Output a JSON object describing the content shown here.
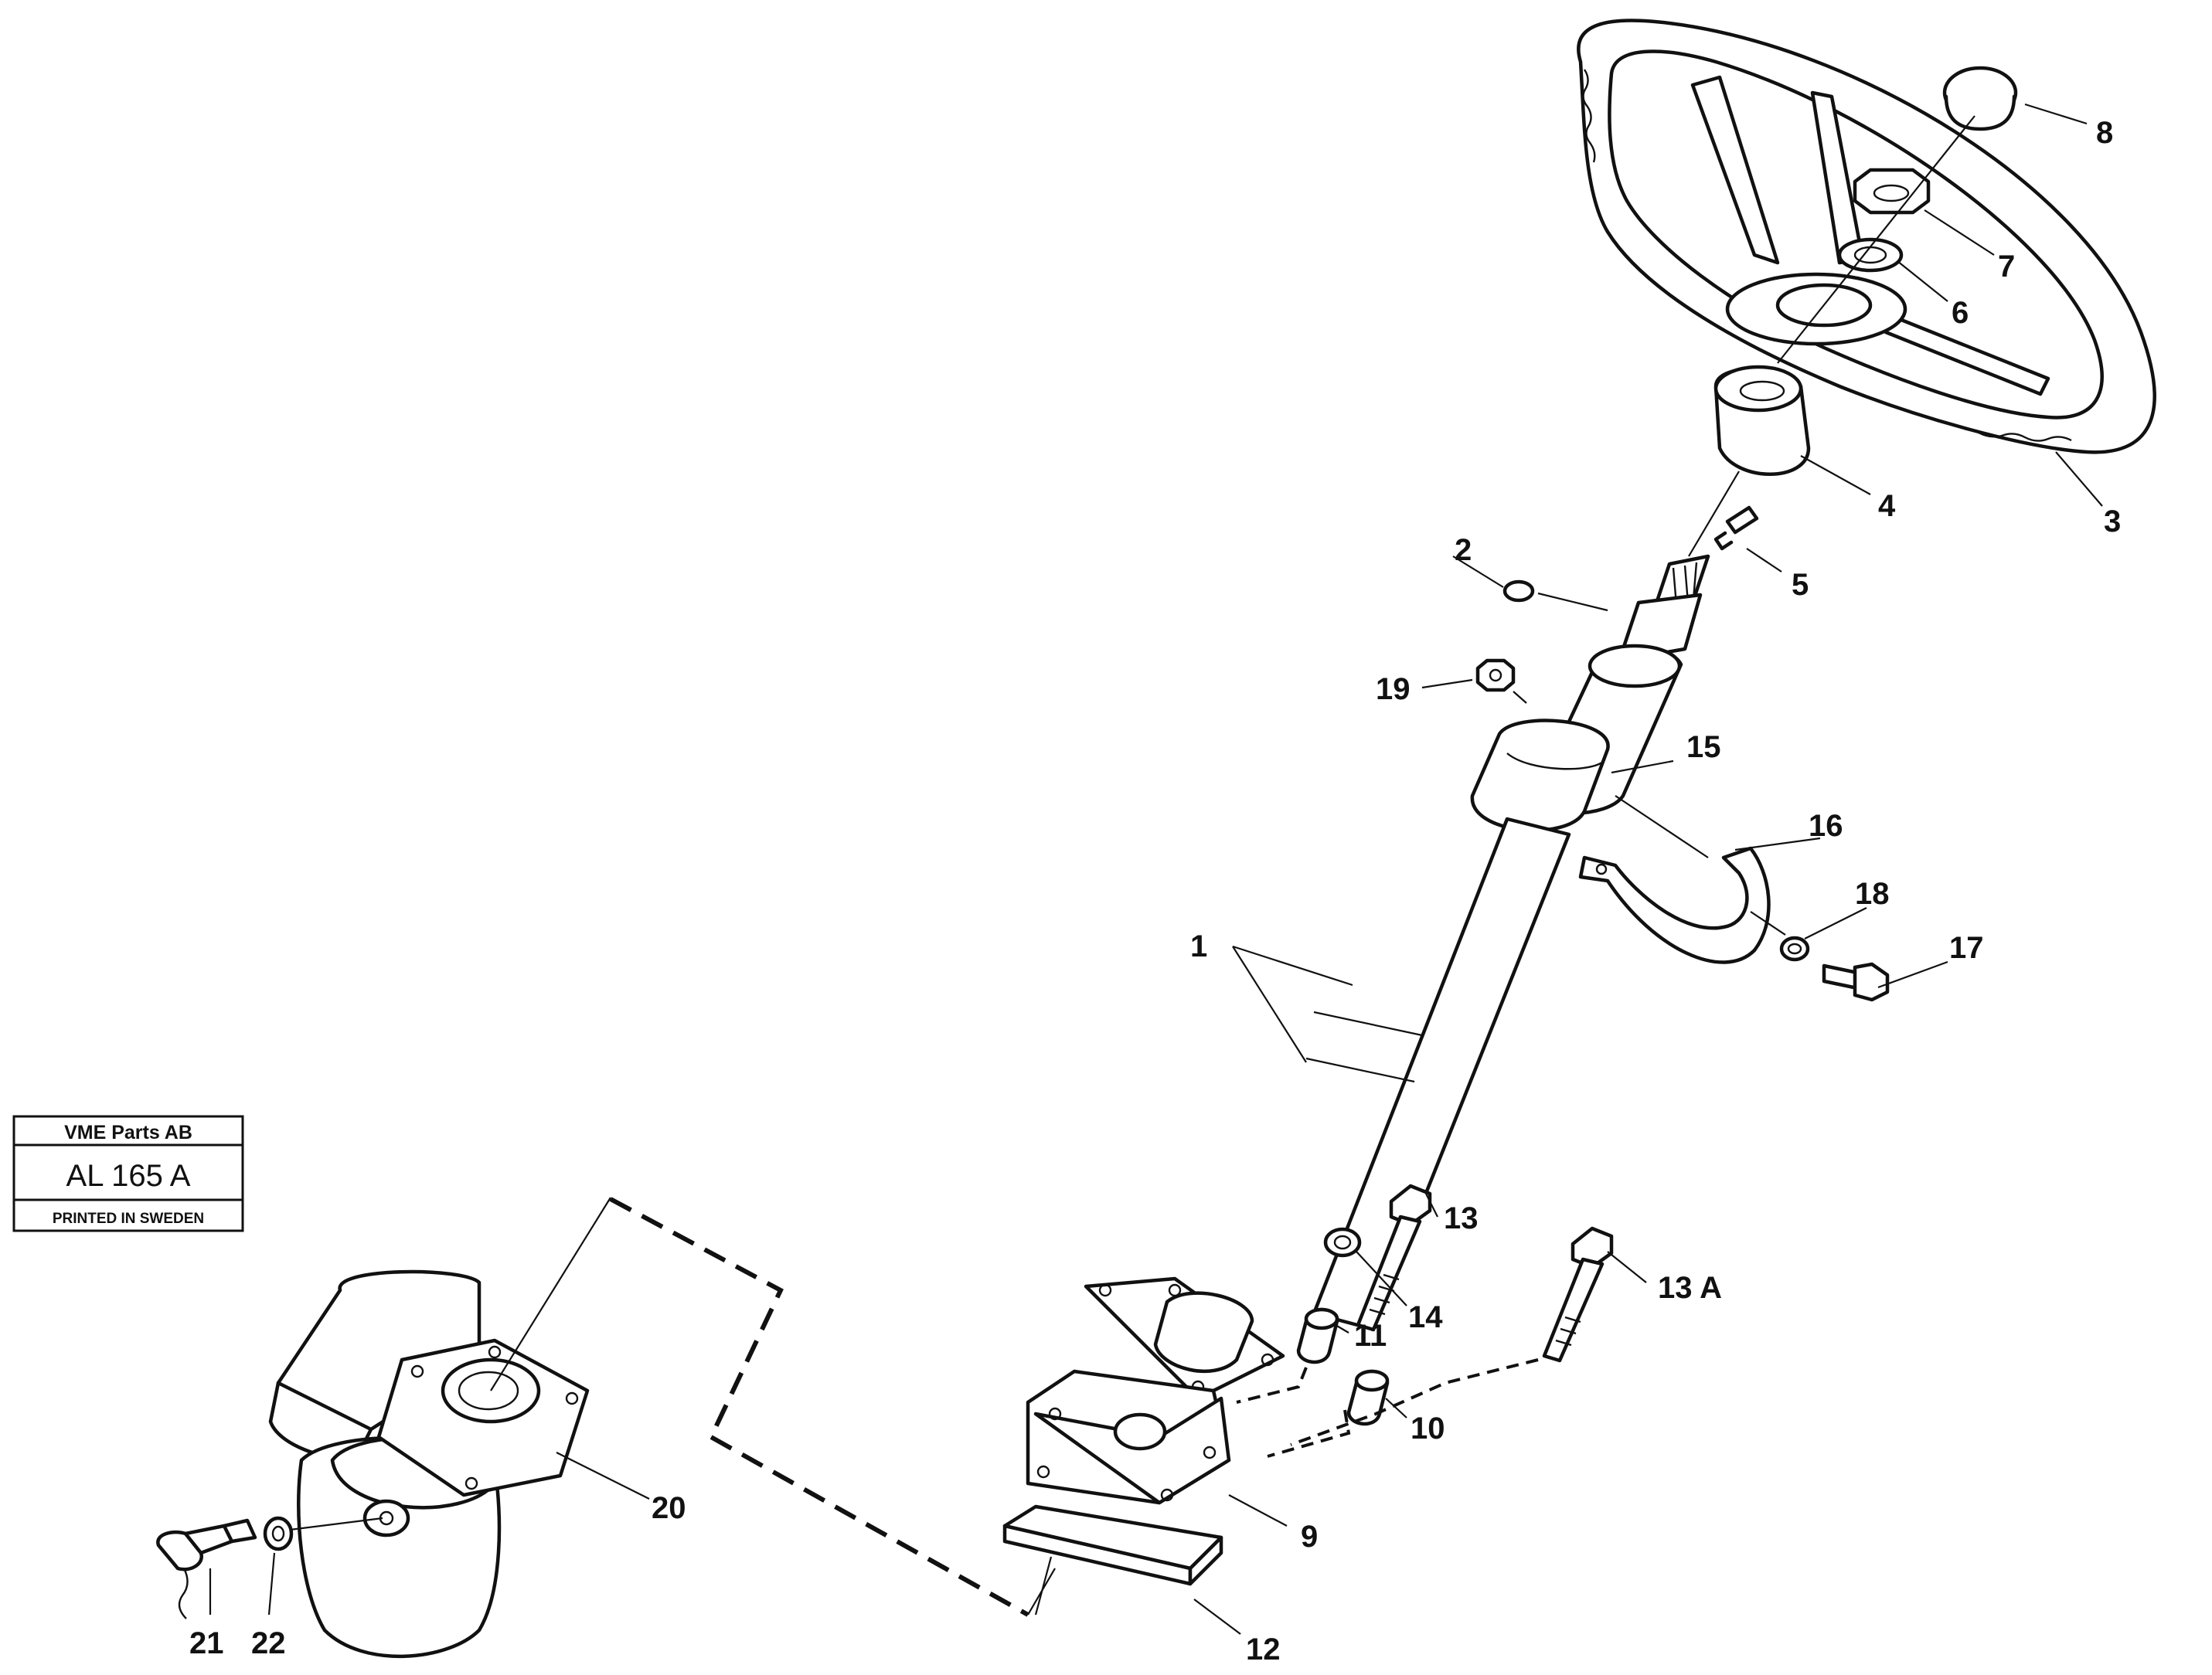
{
  "stamp": {
    "company": "VME Parts AB",
    "code": "AL 165  A",
    "footer": "PRINTED IN SWEDEN"
  },
  "callouts": {
    "c1": "1",
    "c2": "2",
    "c3": "3",
    "c4": "4",
    "c5": "5",
    "c6": "6",
    "c7": "7",
    "c8": "8",
    "c9": "9",
    "c10": "10",
    "c11": "11",
    "c12": "12",
    "c13": "13",
    "c13a": "13 A",
    "c14": "14",
    "c15": "15",
    "c16": "16",
    "c17": "17",
    "c18": "18",
    "c19": "19",
    "c20": "20",
    "c21": "21",
    "c22": "22"
  }
}
